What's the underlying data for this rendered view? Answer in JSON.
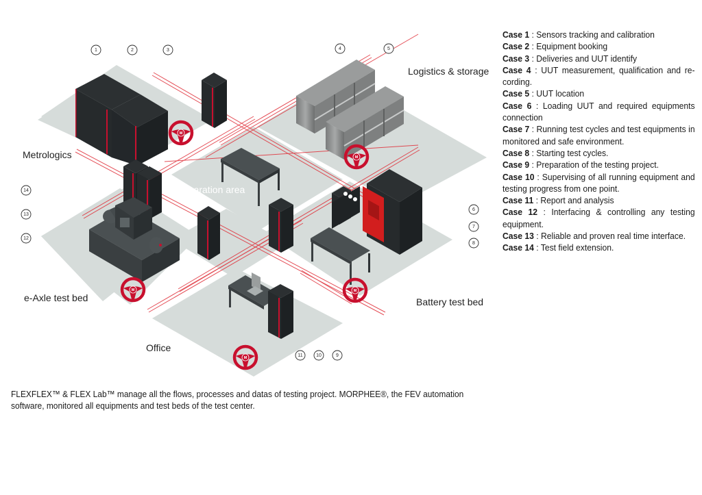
{
  "diagram": {
    "title": "FLEX test center layout",
    "zones": [
      {
        "id": "metrologics",
        "label": "Metrologics"
      },
      {
        "id": "logistics",
        "label": "Logistics & storage"
      },
      {
        "id": "preparation",
        "label": "Preparation area"
      },
      {
        "id": "eaxle",
        "label": "e-Axle test bed"
      },
      {
        "id": "battery",
        "label": "Battery test bed"
      },
      {
        "id": "office",
        "label": "Office"
      }
    ],
    "badges": {
      "top_left": [
        "1",
        "2",
        "3"
      ],
      "top_right": [
        "4",
        "5"
      ],
      "right": [
        "6",
        "7",
        "8"
      ],
      "bottom": [
        "11",
        "10",
        "9"
      ],
      "left": [
        "14",
        "13",
        "12"
      ]
    },
    "steering_icon_letter": "M",
    "colors": {
      "accent_red": "#c8102e",
      "floor": "#d6dcda",
      "equipment_dark": "#262a2c",
      "equipment_mid": "#3d4244",
      "shelf_grey": "#8a8c8c",
      "road_line": "#e0303a"
    }
  },
  "legend": {
    "cases": [
      {
        "label": "Case 1",
        "text": "Sensors tracking and calibration"
      },
      {
        "label": "Case 2",
        "text": "Equipment booking"
      },
      {
        "label": "Case 3",
        "text": "Deliveries and UUT identify"
      },
      {
        "label": "Case 4",
        "text": "UUT measurement, qualification and re-cording."
      },
      {
        "label": "Case 5",
        "text": "UUT location"
      },
      {
        "label": "Case 6",
        "text": "Loading UUT and required equipments connection"
      },
      {
        "label": "Case 7",
        "text": "Running test cycles and test equipments in monitored and safe environment."
      },
      {
        "label": "Case 8",
        "text": "Starting test cycles."
      },
      {
        "label": "Case 9",
        "text": "Preparation of the testing project."
      },
      {
        "label": "Case 10",
        "text": "Supervising of all running equipment and testing progress from one point."
      },
      {
        "label": "Case 11",
        "text": "Report and analysis"
      },
      {
        "label": "Case 12",
        "text": "Interfacing & controlling any testing equipment."
      },
      {
        "label": "Case 13",
        "text": "Reliable and proven real time interface."
      },
      {
        "label": "Case 14",
        "text": "Test field extension."
      }
    ],
    "separator": " : "
  },
  "caption": {
    "line1": "FLEXFLEX™ & FLEX Lab™ manage all the flows, processes and datas of testing project. MORPHEE®, the FEV automation",
    "line2": "software, monitored all equipments and test beds of the test center."
  }
}
